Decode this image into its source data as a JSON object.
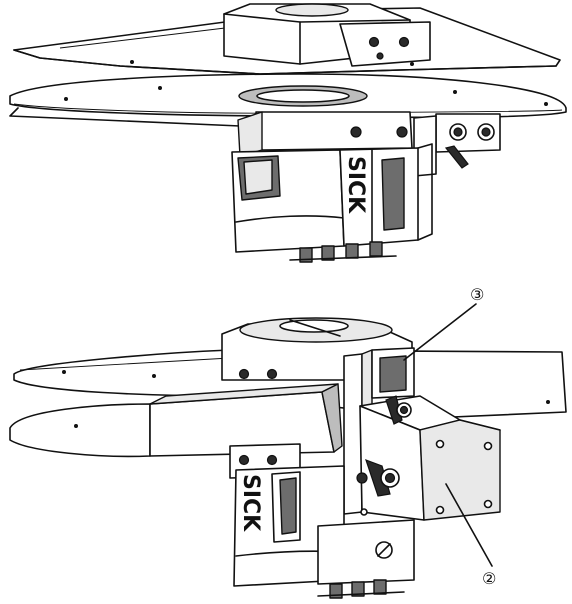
{
  "brand_label": "SICK",
  "callouts": [
    {
      "id": "callout-3",
      "symbol": "③"
    },
    {
      "id": "callout-2",
      "symbol": "②"
    }
  ]
}
